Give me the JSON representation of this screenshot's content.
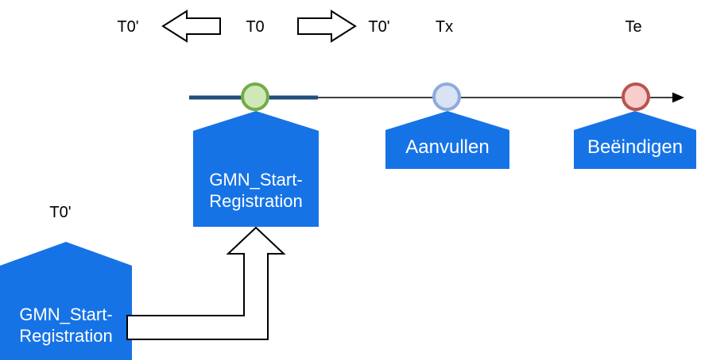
{
  "top_labels": {
    "t0_prime_left": "T0'",
    "t0": "T0",
    "t0_prime_right": "T0'",
    "tx": "Tx",
    "te": "Te"
  },
  "bottom_label": {
    "t0_prime": "T0'"
  },
  "events": {
    "start": {
      "line1": "GMN_Start-",
      "line2": "Registration"
    },
    "aanvullen": {
      "label": "Aanvullen"
    },
    "beeindigen": {
      "label": "Beëindigen"
    },
    "origin": {
      "line1": "GMN_Start-",
      "line2": "Registration"
    }
  },
  "colors": {
    "shape_blue": "#1673e6",
    "timeline_line": "#000000",
    "timeline_highlight": "#1f4e79",
    "marker_start_fill": "#d0e7b8",
    "marker_start_stroke": "#70ad47",
    "marker_mid_fill": "#dae3f3",
    "marker_mid_stroke": "#8faadc",
    "marker_end_fill": "#f8cecc",
    "marker_end_stroke": "#b85450"
  }
}
